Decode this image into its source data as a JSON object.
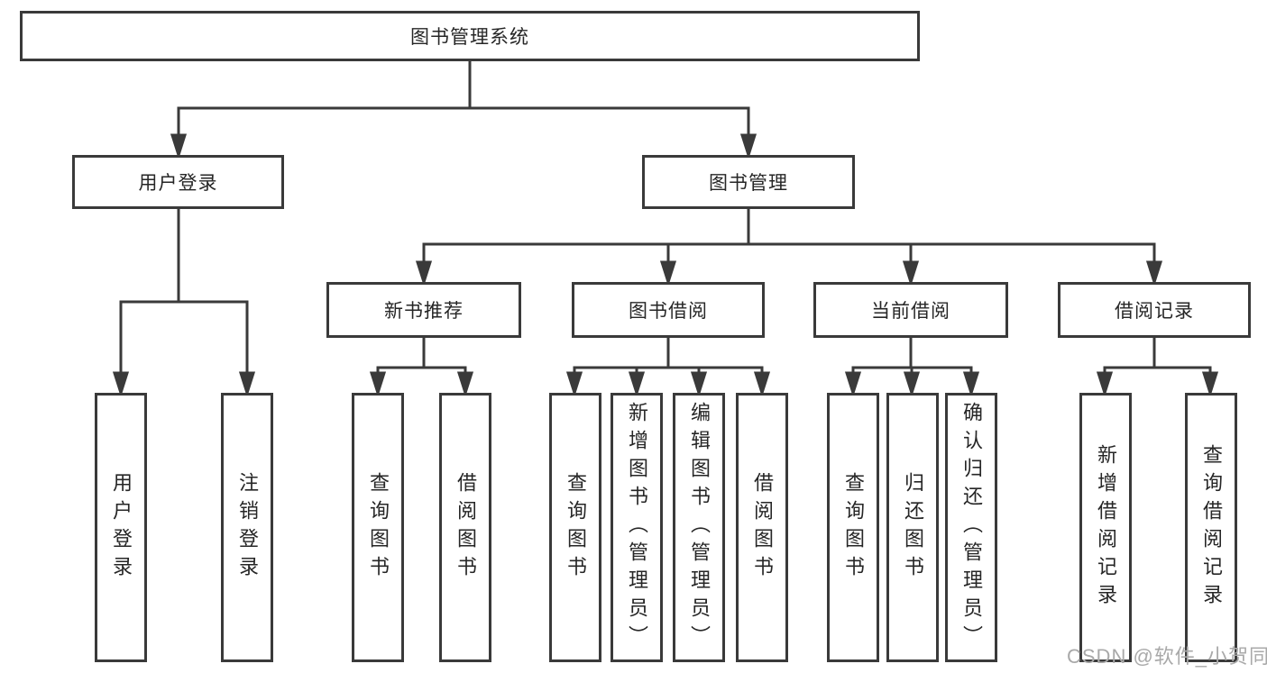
{
  "diagram": {
    "title": "图书管理系统",
    "branches": [
      {
        "label": "用户登录",
        "children": [
          {
            "label": "用户登录"
          },
          {
            "label": "注销登录"
          }
        ]
      },
      {
        "label": "图书管理",
        "children": [
          {
            "label": "新书推荐",
            "children": [
              {
                "label": "查询图书"
              },
              {
                "label": "借阅图书"
              }
            ]
          },
          {
            "label": "图书借阅",
            "children": [
              {
                "label": "查询图书"
              },
              {
                "label": "新增图书（管理员）"
              },
              {
                "label": "编辑图书（管理员）"
              },
              {
                "label": "借阅图书"
              }
            ]
          },
          {
            "label": "当前借阅",
            "children": [
              {
                "label": "查询图书"
              },
              {
                "label": "归还图书"
              },
              {
                "label": "确认归还（管理员）"
              }
            ]
          },
          {
            "label": "借阅记录",
            "children": [
              {
                "label": "新增借阅记录"
              },
              {
                "label": "查询借阅记录"
              }
            ]
          }
        ]
      }
    ]
  },
  "watermark": {
    "text": "CSDN @软件_小贺同学"
  },
  "colors": {
    "line": "#3a3a3a",
    "box_border": "#3a3a3a",
    "text": "#262626",
    "watermark": "#a9a9a9",
    "background": "#ffffff"
  }
}
